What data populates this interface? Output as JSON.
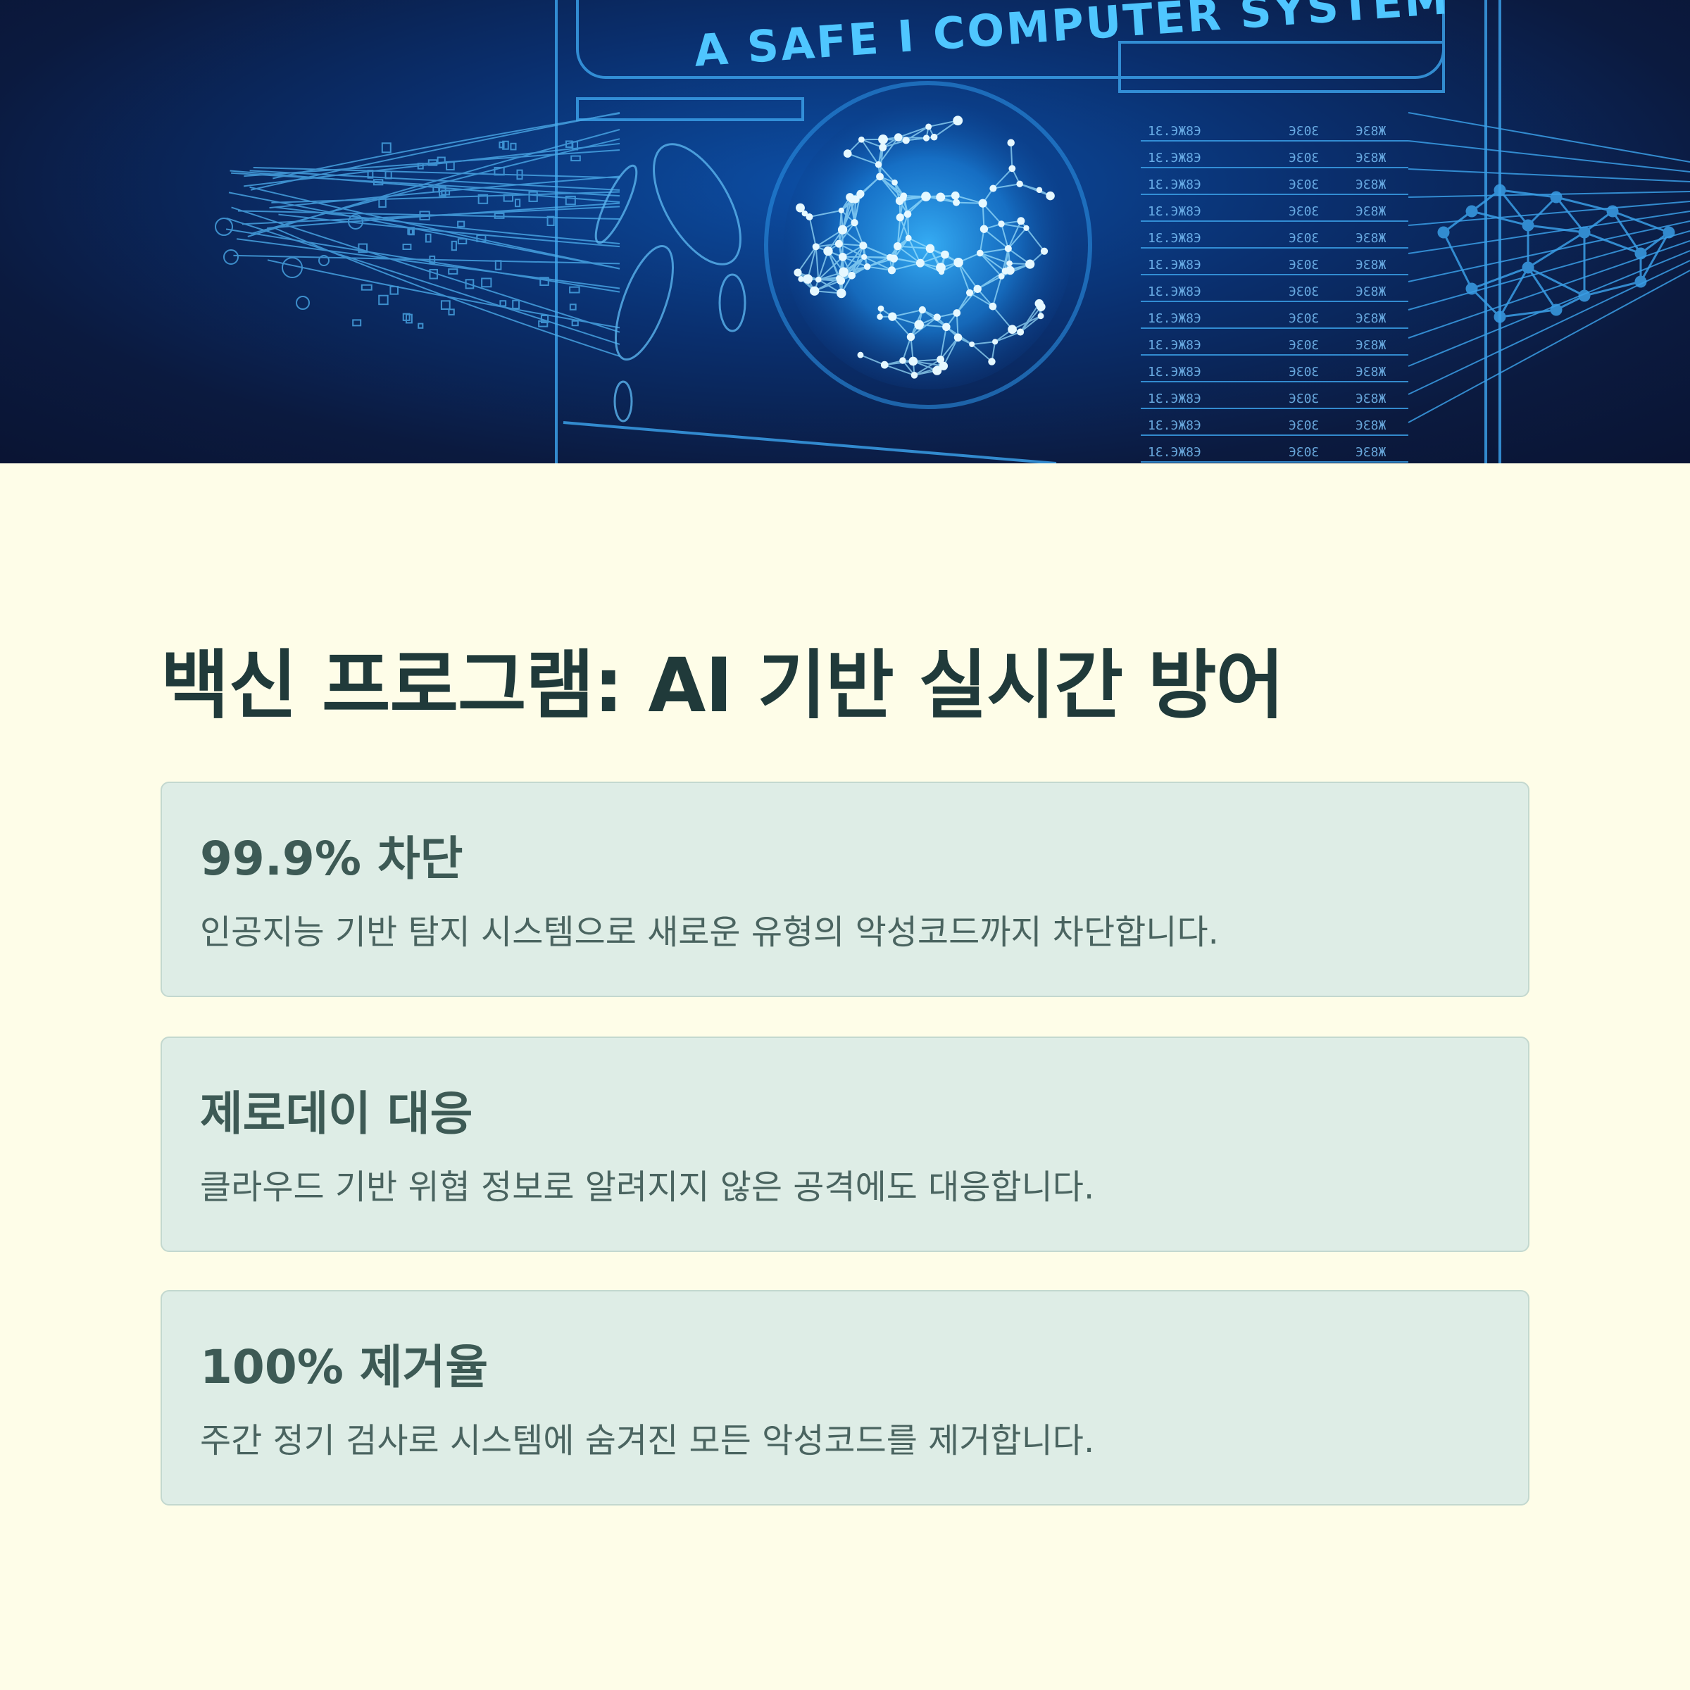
{
  "hero": {
    "banner_text": "A SAFE I COMPUTER SYSTEM",
    "alt": "AI security computer system illustration"
  },
  "page": {
    "title": "백신 프로그램: AI 기반 실시간 방어"
  },
  "features": [
    {
      "heading": "99.9% 차단",
      "description": "인공지능 기반 탐지 시스템으로 새로운 유형의 악성코드까지 차단합니다."
    },
    {
      "heading": "제로데이 대응",
      "description": "클라우드 기반 위협 정보로 알려지지 않은 공격에도 대응합니다."
    },
    {
      "heading": "100% 제거율",
      "description": "주간 정기 검사로 시스템에 숨겨진 모든 악성코드를 제거합니다."
    }
  ],
  "colors": {
    "background": "#FEFDE8",
    "card_background": "#DEEDE6",
    "title": "#203a3a",
    "hero_accent": "#4fc6ff"
  }
}
